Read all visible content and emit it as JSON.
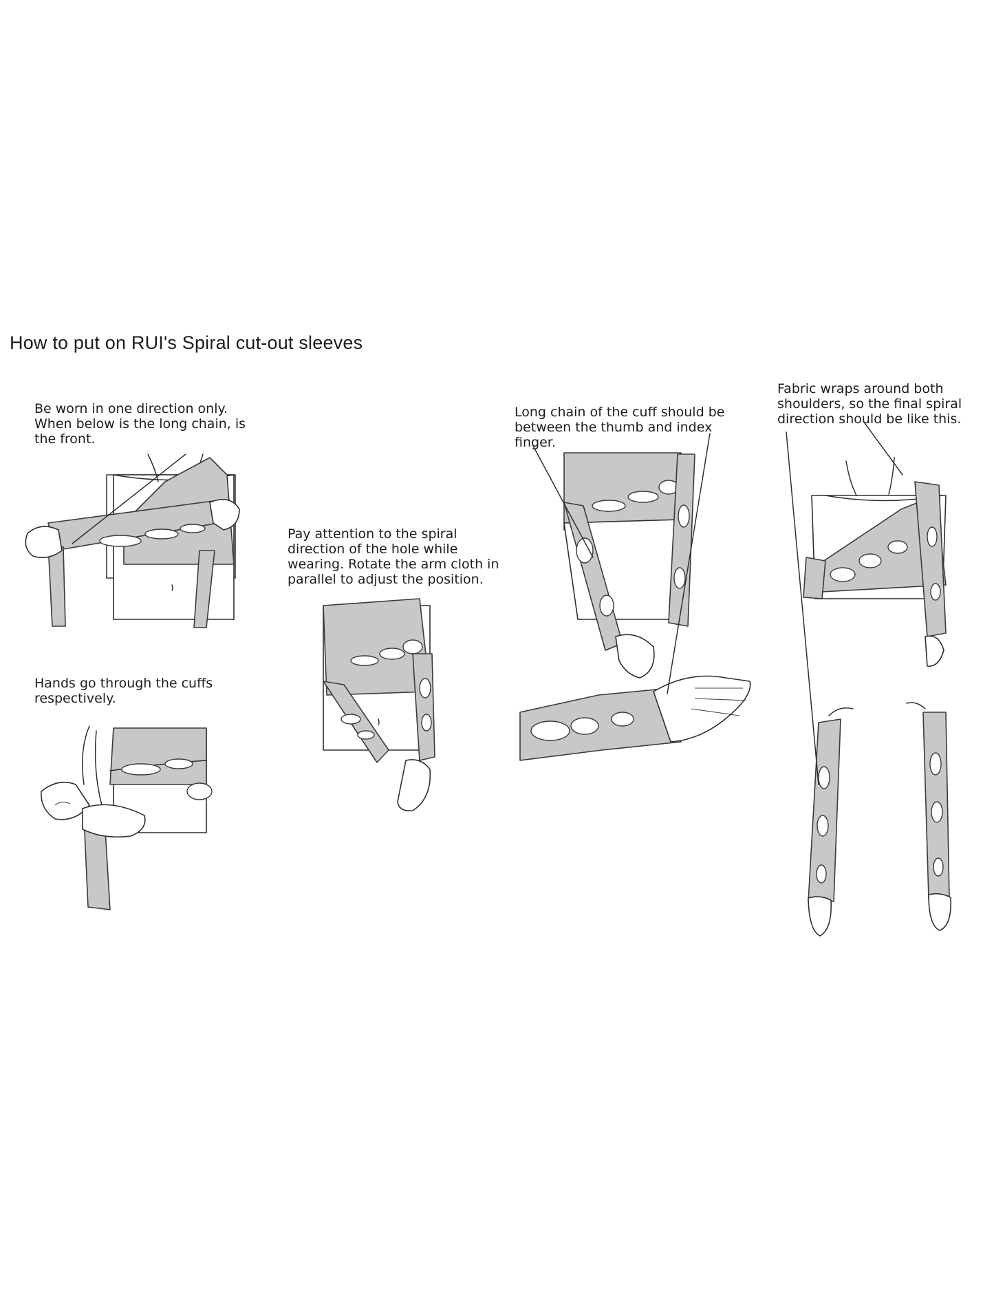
{
  "title": "How to put on RUI's Spiral cut-out sleeves",
  "steps": [
    {
      "caption": "Be worn in one direction only.\nWhen below is the long chain, is\nthe front."
    },
    {
      "caption": "Hands go through the cuffs\nrespectively."
    },
    {
      "caption": "Pay attention to the spiral\ndirection of the hole while\nwearing. Rotate the arm cloth in\nparallel to adjust the position."
    },
    {
      "caption": "Long chain of the cuff should be\nbetween the thumb and index\nfinger."
    },
    {
      "caption": "Fabric wraps around both\nshoulders, so the final spiral\ndirection should be like this."
    }
  ],
  "colors": {
    "fabric": "#c8c8c8",
    "outline": "#2e2e2e",
    "background": "#ffffff"
  }
}
